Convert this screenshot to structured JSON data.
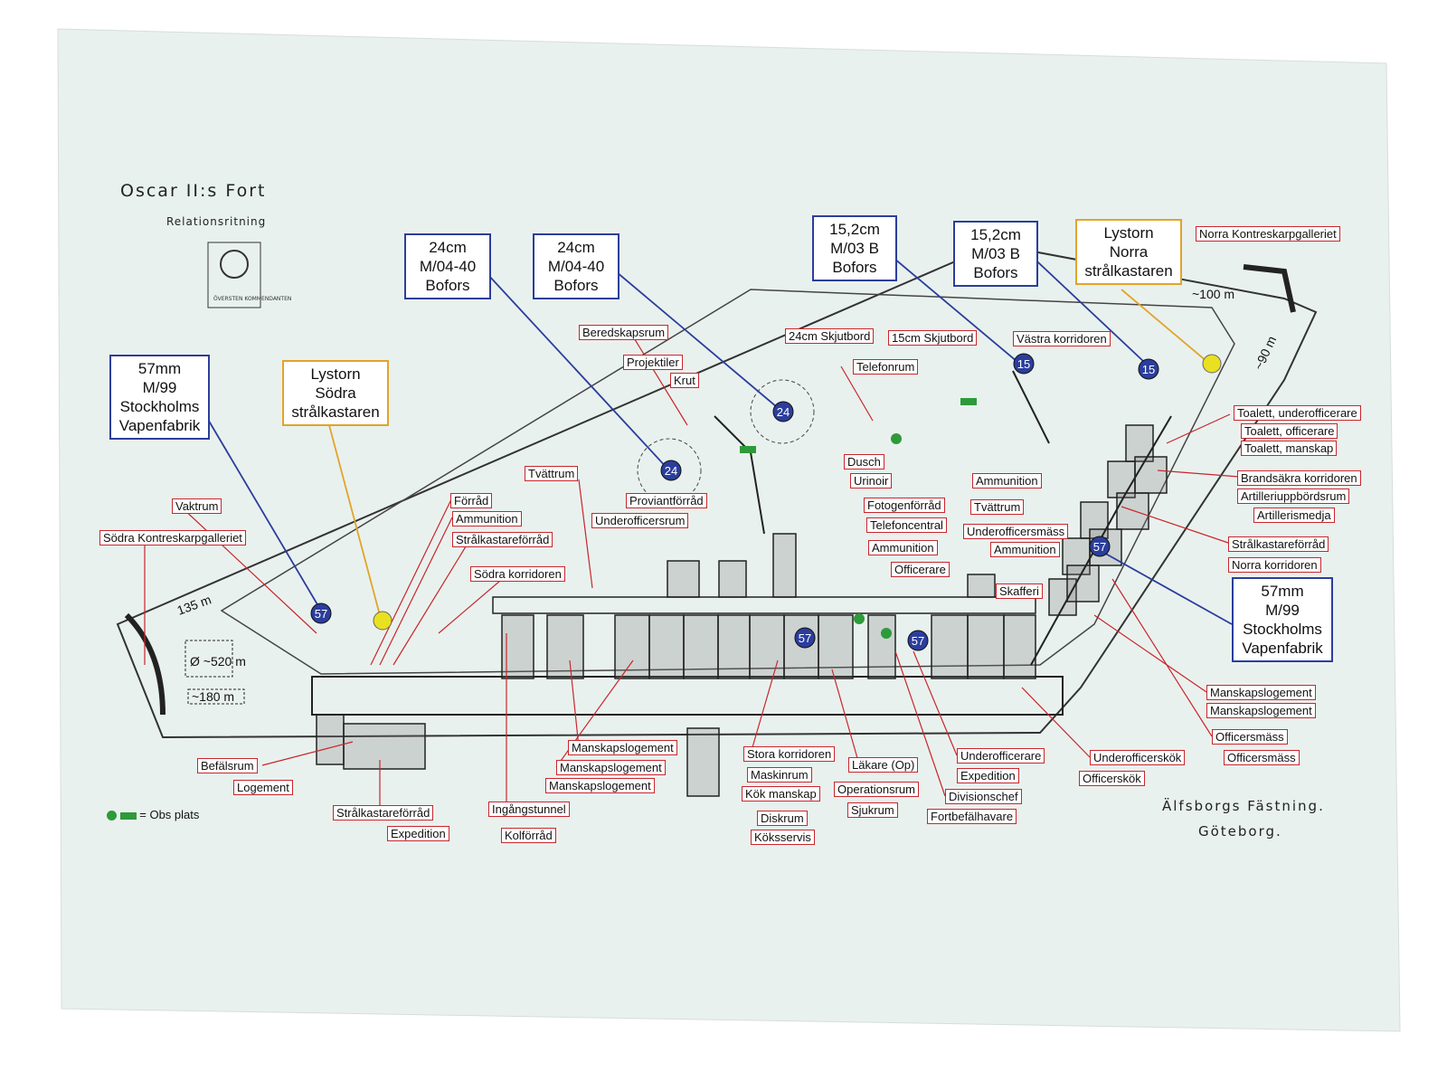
{
  "title": "Oscar II:s Fort",
  "subtitle": "Relationsritning",
  "emblem_text": "ÖVERSTEN KOMMENDANTEN",
  "place_line1": "Älfsborgs Fästning.",
  "place_line2": "Göteborg.",
  "legend_text": "= Obs plats",
  "colors": {
    "sheet": "#e9f1ee",
    "label_border": "#c8262c",
    "blue_box": "#2b3e9c",
    "yellow_box": "#e2a42a",
    "gun_marker": "#2b3e9c",
    "light_marker": "#e8e020",
    "obs": "#2e9a3a"
  },
  "distances": {
    "d135": "135 m",
    "d520": "Ø ~520 m",
    "d180": "~180 m",
    "d100": "~100 m",
    "d90": "~90 m"
  },
  "gun_markers": [
    "57",
    "57",
    "57",
    "24",
    "24",
    "15",
    "15",
    "57"
  ],
  "weapon_boxes": {
    "b24a": [
      "24cm",
      "M/04-40",
      "Bofors"
    ],
    "b24b": [
      "24cm",
      "M/04-40",
      "Bofors"
    ],
    "b15a": [
      "15,2cm",
      "M/03 B",
      "Bofors"
    ],
    "b15b": [
      "15,2cm",
      "M/03 B",
      "Bofors"
    ],
    "b57a": [
      "57mm",
      "M/99",
      "Stockholms",
      "Vapenfabrik"
    ],
    "b57b": [
      "57mm",
      "M/99",
      "Stockholms",
      "Vapenfabrik"
    ],
    "lysS": [
      "Lystorn",
      "Södra",
      "strålkastaren"
    ],
    "lysN": [
      "Lystorn",
      "Norra",
      "strålkastaren"
    ]
  },
  "labels": {
    "beredskapsrum": "Beredskapsrum",
    "projektiler": "Projektiler",
    "krut": "Krut",
    "skjut24": "24cm Skjutbord",
    "skjut15": "15cm Skjutbord",
    "vastra": "Västra korridoren",
    "norra_galleri": "Norra Kontreskarpgalleriet",
    "telefonrum": "Telefonrum",
    "toa_uo": "Toalett, underofficerare",
    "toa_off": "Toalett, officerare",
    "toa_mansk": "Toalett, manskap",
    "brandsakra": "Brandsäkra korridoren",
    "artilleriupp": "Artilleriuppbördsrum",
    "artillerismedja": "Artillerismedja",
    "stralforr_n": "Strålkastareförråd",
    "norra_korr": "Norra korridoren",
    "vaktrum": "Vaktrum",
    "sodra_galleri": "Södra Kontreskarpgalleriet",
    "forrad": "Förråd",
    "ammunition1": "Ammunition",
    "stralforr1": "Strålkastareförråd",
    "sodra_korr": "Södra korridoren",
    "tvattrum1": "Tvättrum",
    "proviant": "Proviantförråd",
    "uo_rum": "Underofficersrum",
    "dusch": "Dusch",
    "urinoir": "Urinoir",
    "fotogen": "Fotogenförråd",
    "telefoncentral": "Telefoncentral",
    "ammunition2": "Ammunition",
    "officerare": "Officerare",
    "ammunition3": "Ammunition",
    "tvattrum2": "Tvättrum",
    "uo_mass": "Underofficersmäss",
    "ammunition4": "Ammunition",
    "skafferi": "Skafferi",
    "manslog1": "Manskapslogement",
    "manslog2": "Manskapslogement",
    "offmass1": "Officersmäss",
    "offmass2": "Officersmäss",
    "uo_kok": "Underofficerskök",
    "offkok": "Officerskök",
    "uofficerare": "Underofficerare",
    "expedition2": "Expedition",
    "divisionschef": "Divisionschef",
    "fortbef": "Fortbefälhavare",
    "lakare": "Läkare (Op)",
    "operationsrum": "Operationsrum",
    "sjukrum": "Sjukrum",
    "stora_korr": "Stora korridoren",
    "maskinrum": "Maskinrum",
    "kok_mansk": "Kök manskap",
    "diskrum": "Diskrum",
    "koksservis": "Köksservis",
    "manslog_s1": "Manskapslogement",
    "manslog_s2": "Manskapslogement",
    "manslog_s3": "Manskapslogement",
    "ingangstunnel": "Ingångstunnel",
    "kolforrad": "Kolförråd",
    "befalsrum": "Befälsrum",
    "logement": "Logement",
    "stralforr_s": "Strålkastareförråd",
    "expedition1": "Expedition"
  }
}
